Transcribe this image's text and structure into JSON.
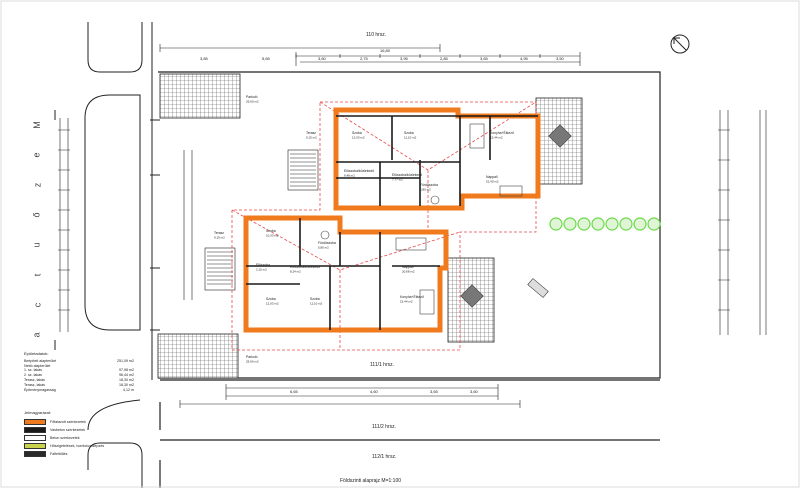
{
  "street_name": [
    "M",
    "e",
    "z",
    "ő",
    "u",
    "t",
    "c",
    "a"
  ],
  "plots": {
    "north": "110 hrsz.",
    "south_a": "111/1 hrsz.",
    "south_b": "111/2 hrsz.",
    "south_c": "112/1 hrsz."
  },
  "dimensions_top": [
    "3,85",
    "5,65",
    "3,60",
    "2,75",
    "3,95",
    "2,85",
    "3,65",
    "4,95",
    "3,50"
  ],
  "dimensions_top_total": "16,80",
  "dimensions_bottom": [
    "6,65",
    "4,60",
    "3,65",
    "3,60"
  ],
  "rooms": [
    {
      "name": "Szoba",
      "area": "12,03 m2"
    },
    {
      "name": "Szoba",
      "area": "11,10 m2"
    },
    {
      "name": "Konyha+Étkező",
      "area": "15,44 m2"
    },
    {
      "name": "Nappali",
      "area": "22,40 m2"
    },
    {
      "name": "Előszoba/közlekedő",
      "area": "6,48 m2"
    },
    {
      "name": "Előszoba/közlekedő",
      "area": "7,77 m2"
    },
    {
      "name": "Fürdőszoba",
      "area": "5,80 m2"
    },
    {
      "name": "Terasz",
      "area": "9,15 m2"
    },
    {
      "name": "Szoba",
      "area": "10,33 m2"
    },
    {
      "name": "Szoba",
      "area": "12,03 m2"
    },
    {
      "name": "Szoba",
      "area": "11,10 m2"
    },
    {
      "name": "Konyha+Étkező",
      "area": "15,44 m2"
    },
    {
      "name": "Nappali",
      "area": "20,68 m2"
    },
    {
      "name": "Előszoba/közlekedő",
      "area": "8,24 m2"
    },
    {
      "name": "Fürdőszoba",
      "area": "5,80 m2"
    },
    {
      "name": "Terasz",
      "area": "9,15 m2"
    },
    {
      "name": "Parkoló",
      "area": "25,60 m2"
    },
    {
      "name": "Parkoló",
      "area": "25,60 m2"
    },
    {
      "name": "Előszoba",
      "area": "2,15 m2"
    }
  ],
  "summary": {
    "title": "Épületadatok:",
    "rows": [
      {
        "k": "Beépített alapterület",
        "v": "251,09 m2"
      },
      {
        "k": "Nettó alapterület",
        "v": ""
      },
      {
        "k": "1. sz. lakás",
        "v": "97,98 m2"
      },
      {
        "k": "2. sz. lakás",
        "v": "96,44 m2"
      },
      {
        "k": "Terasz, lakás",
        "v": "18,30 m2"
      },
      {
        "k": "Terasz, lakás",
        "v": "18,30 m2"
      },
      {
        "k": "Építménymagasság",
        "v": "4,12 m"
      }
    ]
  },
  "legend": {
    "title": "Jelmagyarázat:",
    "items": [
      {
        "label": "Főfalazott szerkezetek",
        "color": "#f07a1e"
      },
      {
        "label": "Vasbeton szerkezetek",
        "color": "#1a1a1a"
      },
      {
        "label": "Beton szerkezetek",
        "color": "#ffffff"
      },
      {
        "label": "Hőszigetelések, homlokzatképzés",
        "color": "#c8d24a"
      },
      {
        "label": "Falfeltöltés",
        "color": "#2a2a2a"
      }
    ]
  },
  "drawing_title": "Földszinti alaprajz   M=1:100",
  "colors": {
    "wall": "#f07a1e",
    "hedge": "#6bd84a",
    "line": "#1a1a1a",
    "hatch": "#555555",
    "dash": "#e8474a"
  }
}
